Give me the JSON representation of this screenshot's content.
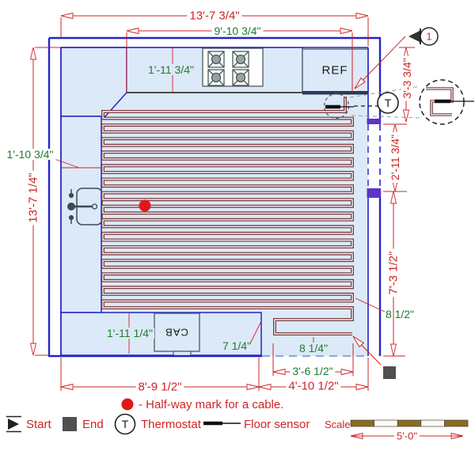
{
  "dimensions": {
    "top_overall": "13'-7 3/4\"",
    "top_inner": "9'-10 3/4\"",
    "left_overall": "13'-7 1/4\"",
    "top_counter_depth": "1'-11 3/4\"",
    "left_counter_depth": "1'-10 3/4\"",
    "right_upper": "3'-3 3/4\"",
    "right_opening": "2'-11 3/4\"",
    "right_lower": "7'-3 1/2\"",
    "cable_gap_right": "8 1/2\"",
    "bottom_counter_depth": "1'-11 1/4\"",
    "cable_gap_bottom_left": "7 1/4\"",
    "cable_gap_bottom": "8 1/4\"",
    "bottom_cable_width": "3'-6 1/2\"",
    "bottom_right_width": "4'-10 1/2\"",
    "bottom_left_width": "8'-9 1/2\"",
    "scale_length": "5'-0\""
  },
  "plan_labels": {
    "fridge": "REF",
    "cabinet": "CAB",
    "thermostat": "T",
    "detail_callout": "1"
  },
  "legend": {
    "start": "Start",
    "end": "End",
    "thermostat_symbol": "T",
    "thermostat": "Thermostat",
    "floor_sensor": "Floor sensor",
    "halfway_note": "- Half-way mark for a cable.",
    "scale_label": "Scale"
  },
  "colors": {
    "wall_blue": "#2424c8",
    "floor_fill": "#dce9f8",
    "cable": "#7b3b3b",
    "dim_red": "#cf2424",
    "dim_green": "#1d7d2e",
    "marker_red": "#e01818",
    "marker_gray": "#4f4f4f",
    "scale_brown": "#8a6c1f",
    "open_edge_dash": "#93a6e6"
  }
}
